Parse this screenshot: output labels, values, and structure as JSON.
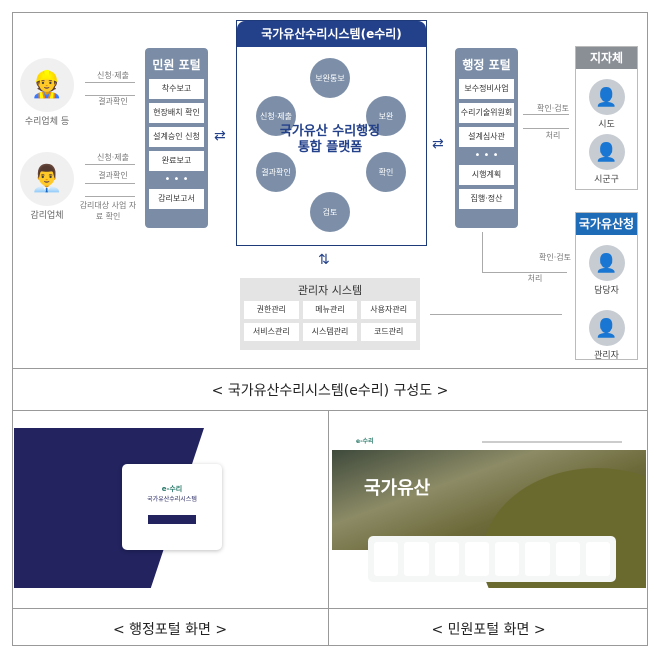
{
  "left_actors": [
    {
      "label": "수리업체 등",
      "icon": "worker-icon",
      "out": "신청·제출",
      "in": "결과확인"
    },
    {
      "label": "감리업체",
      "icon": "businessman-icon",
      "out": "신청·제출",
      "in": "결과확인",
      "both": "감리대상 사업 자료 확인"
    }
  ],
  "civil_portal": {
    "title": "민원 포털",
    "items": [
      "착수보고",
      "현장배치 확인",
      "설계승인 신청",
      "완료보고",
      "• • •",
      "감리보고서"
    ]
  },
  "center": {
    "title": "국가유산수리시스템(e수리)",
    "core": "국가유산 수리행정 통합 플랫폼",
    "cycle": [
      "보완통보",
      "보완",
      "확인",
      "검토",
      "결과확인",
      "신청·제출"
    ]
  },
  "admin_system": {
    "title": "관리자 시스템",
    "items": [
      "권한관리",
      "메뉴관리",
      "사용자관리",
      "서비스관리",
      "시스템관리",
      "코드관리"
    ]
  },
  "admin_portal": {
    "title": "행정 포털",
    "items": [
      "보수정비사업",
      "수리기술위원회",
      "설계심사관",
      "• • •",
      "시행계획",
      "집행·정산"
    ]
  },
  "local_gov": {
    "title": "지자체",
    "agents": [
      "시도",
      "시군구"
    ],
    "out": "확인·검토",
    "in": "처리",
    "color": "#8a8f96"
  },
  "heritage": {
    "title": "국가유산청",
    "agents": [
      "담당자",
      "관리자"
    ],
    "out": "확인·검토",
    "in": "처리",
    "color": "#1e6bb8"
  },
  "captions": {
    "diagram": "< 국가유산수리시스템(e수리) 구성도 >",
    "admin_screen": "< 행정포털 화면 >",
    "civil_screen": "< 민원포털 화면 >"
  },
  "admin_screen": {
    "logo": "e-수리",
    "system_name": "국가유산수리시스템"
  },
  "civil_screen": {
    "logo": "e-수리",
    "hero": "국가유산"
  }
}
